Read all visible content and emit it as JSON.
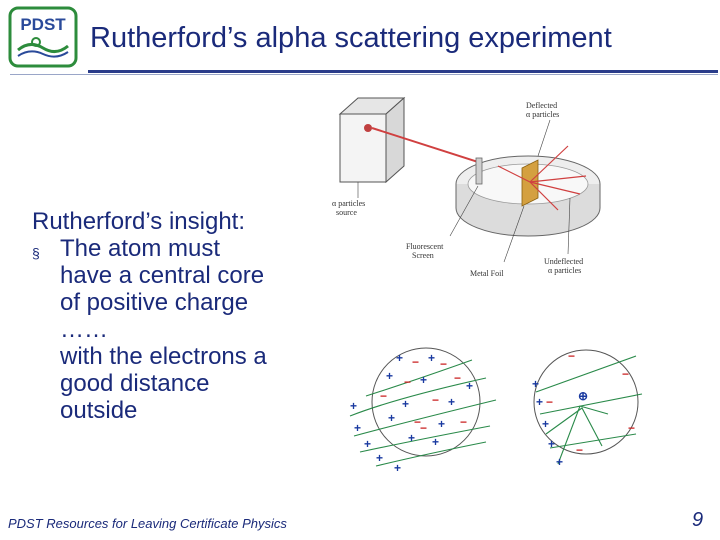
{
  "header": {
    "logo_text": "PDST",
    "title": "Rutherford’s alpha scattering experiment"
  },
  "content": {
    "heading": "Rutherford’s insight:",
    "bullet_symbol": "§",
    "bullet_lines": [
      "The atom must",
      "have a central core",
      "of positive charge",
      "……",
      "with the electrons a",
      "good distance",
      "outside"
    ]
  },
  "diagram": {
    "labels": {
      "deflected_1": "Deflected",
      "deflected_2": "α particles",
      "source_1": "α particles",
      "source_2": "source",
      "screen_1": "Fluorescent",
      "screen_2": "Screen",
      "foil": "Metal Foil",
      "undeflected_1": "Undeflected",
      "undeflected_2": "α particles"
    }
  },
  "footer": {
    "source": "PDST Resources for Leaving Certificate Physics",
    "page_number": "9"
  }
}
